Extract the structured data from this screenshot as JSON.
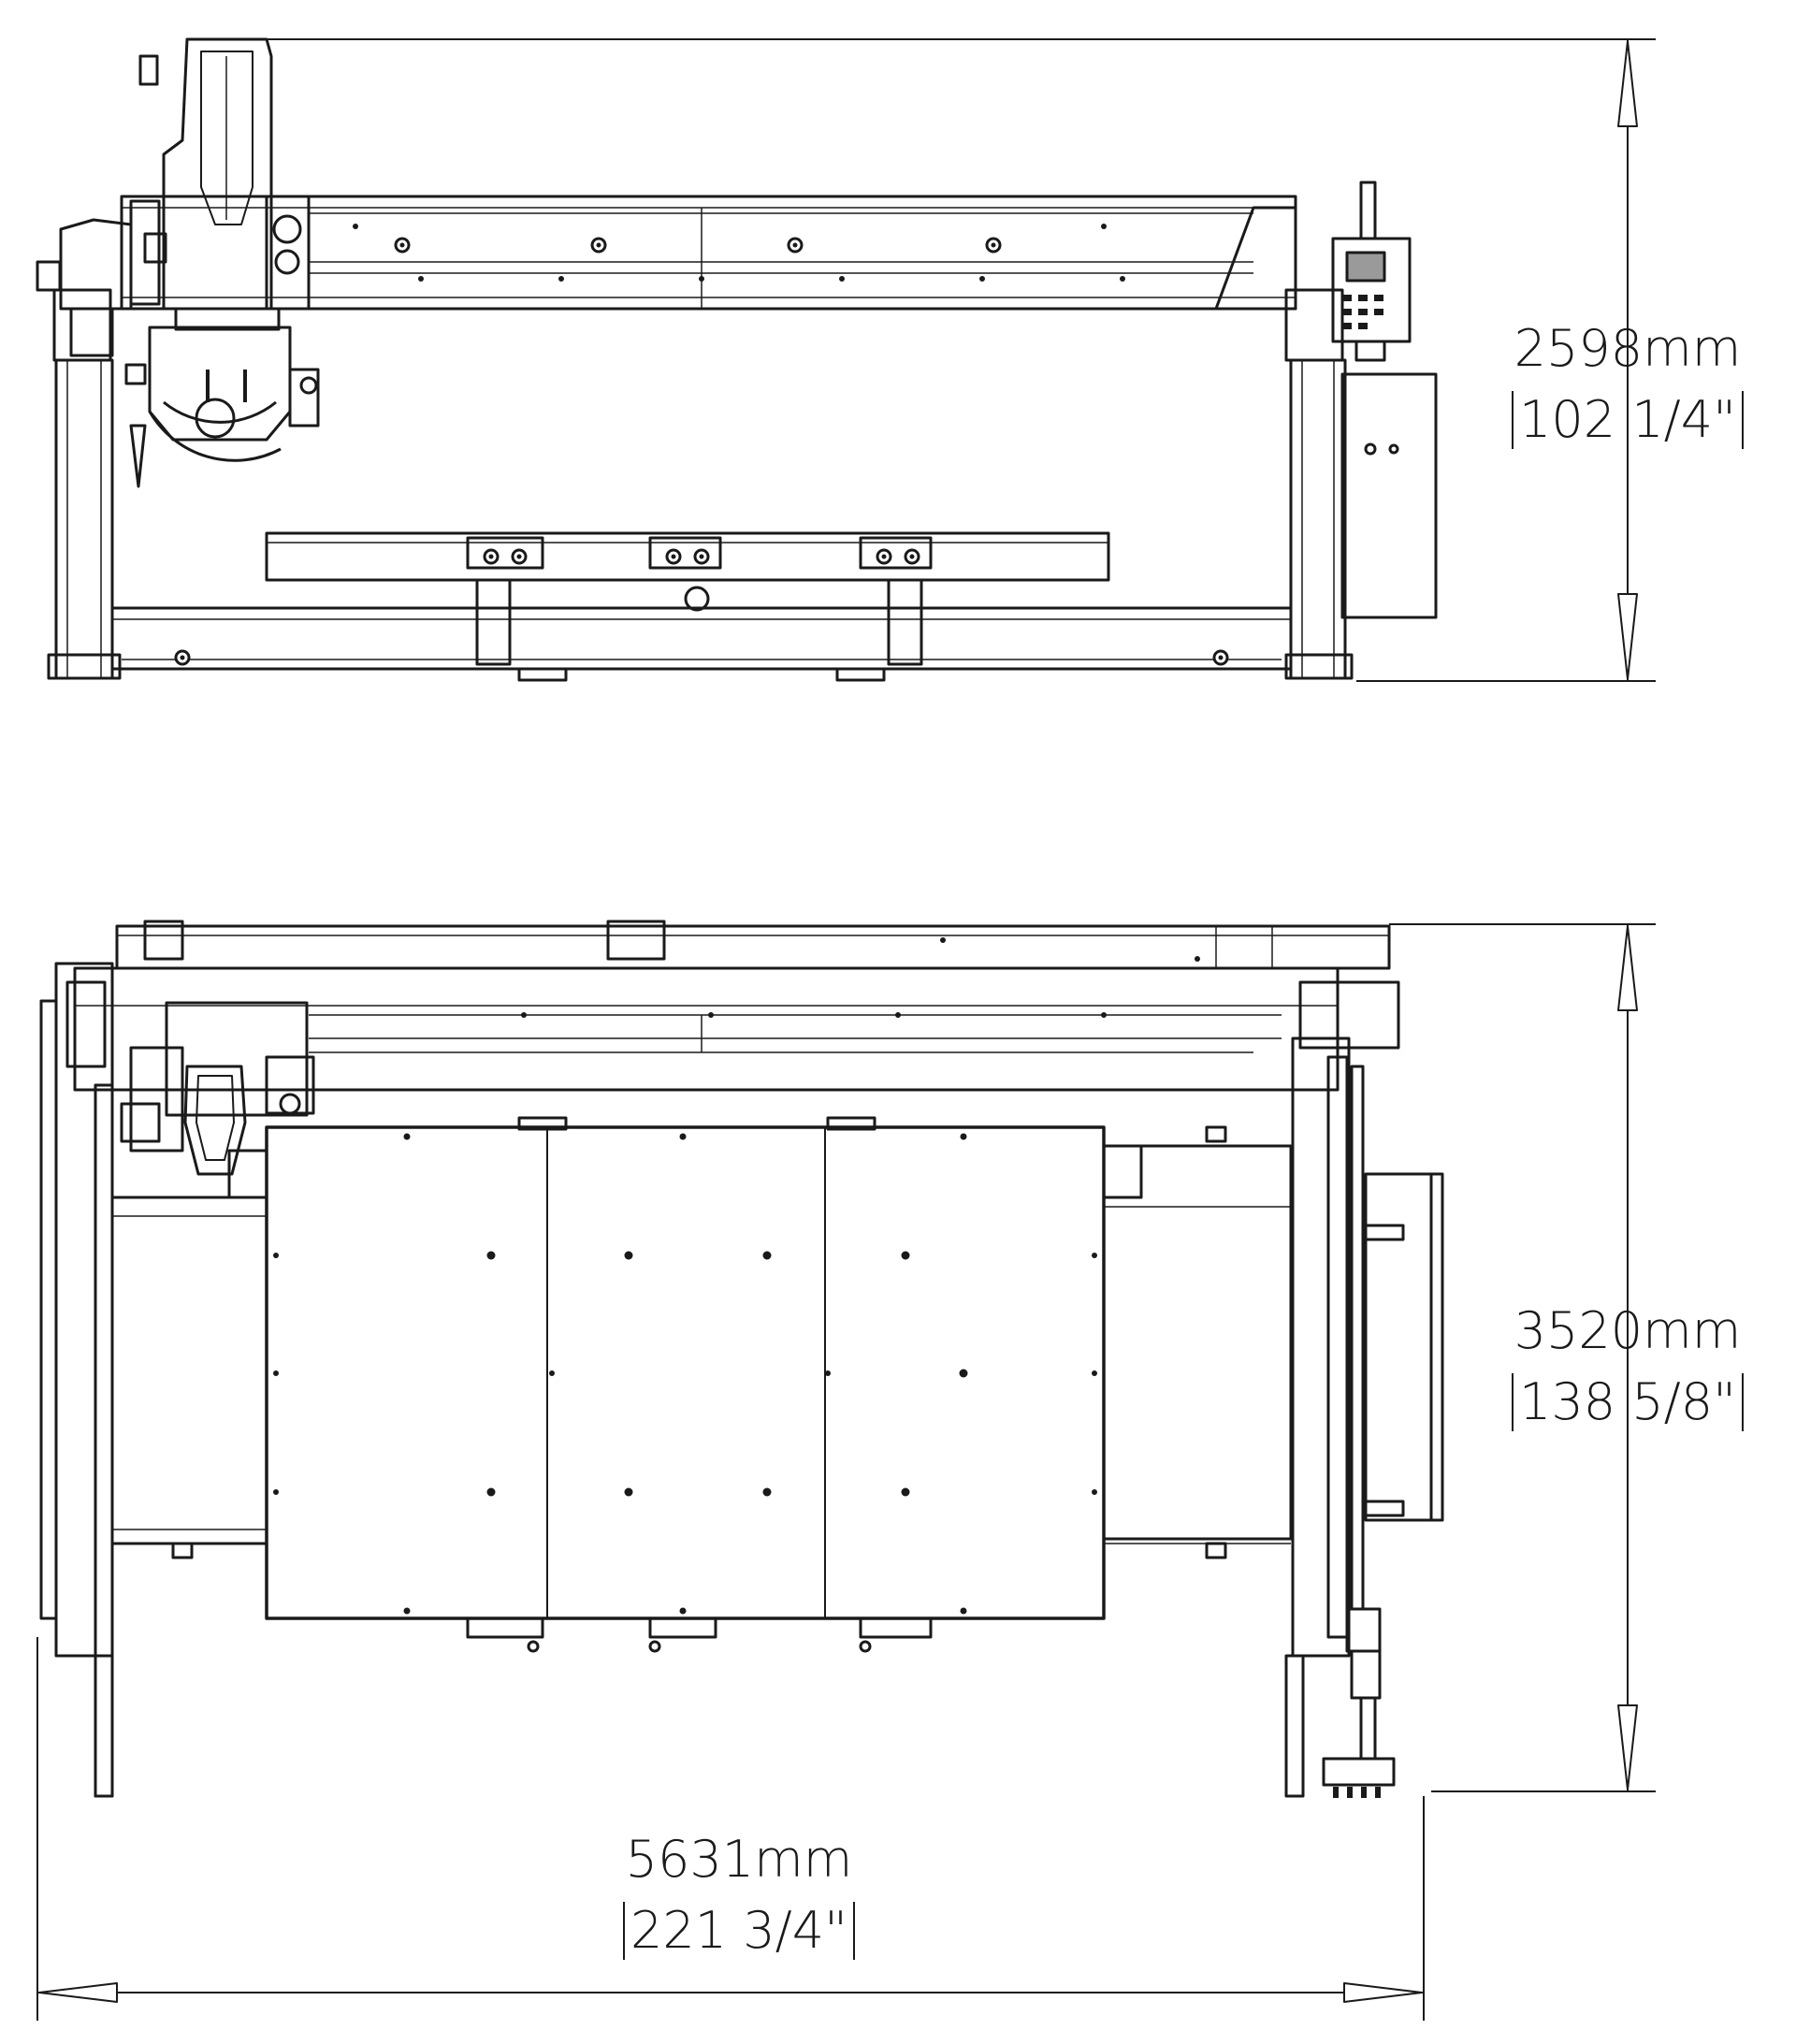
{
  "dimensions": {
    "front_height": {
      "metric": "2598mm",
      "imperial": "102 1/4\""
    },
    "top_depth": {
      "metric": "3520mm",
      "imperial": "138 5/8\""
    },
    "overall_width": {
      "metric": "5631mm",
      "imperial": "221 3/4\""
    }
  },
  "colors": {
    "line": "#1a1a1a",
    "background": "#ffffff",
    "screen": "#9a9a9a"
  }
}
